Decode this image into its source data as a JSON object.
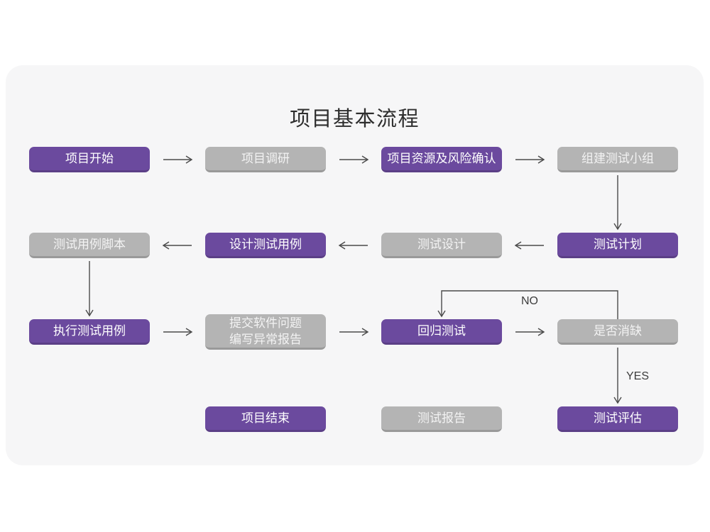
{
  "page": {
    "title": "项目基本流程"
  },
  "colors": {
    "purple": "#6b4a9e",
    "gray": "#b4b4b4",
    "card_bg": "#f6f6f7",
    "page_bg": "#ffffff",
    "arrow": "#4a4a4a",
    "title_text": "#2e2e2e",
    "node_text_purple": "#ffffff",
    "node_text_gray": "#f3f3f3",
    "label_text": "#3d3d3d"
  },
  "diagram": {
    "nodes": [
      {
        "id": "start",
        "lines": [
          "项目开始"
        ],
        "variant": "purple",
        "row": 0,
        "col": 0
      },
      {
        "id": "research",
        "lines": [
          "项目调研"
        ],
        "variant": "gray",
        "row": 0,
        "col": 1
      },
      {
        "id": "risk",
        "lines": [
          "项目资源及风险确认"
        ],
        "variant": "purple",
        "row": 0,
        "col": 2
      },
      {
        "id": "team",
        "lines": [
          "组建测试小组"
        ],
        "variant": "gray",
        "row": 0,
        "col": 3
      },
      {
        "id": "plan",
        "lines": [
          "测试计划"
        ],
        "variant": "purple",
        "row": 1,
        "col": 3
      },
      {
        "id": "design",
        "lines": [
          "测试设计"
        ],
        "variant": "gray",
        "row": 1,
        "col": 2
      },
      {
        "id": "cases",
        "lines": [
          "设计测试用例"
        ],
        "variant": "purple",
        "row": 1,
        "col": 1
      },
      {
        "id": "script",
        "lines": [
          "测试用例脚本"
        ],
        "variant": "gray",
        "row": 1,
        "col": 0
      },
      {
        "id": "execute",
        "lines": [
          "执行测试用例"
        ],
        "variant": "purple",
        "row": 2,
        "col": 0
      },
      {
        "id": "submit",
        "lines": [
          "提交软件问题",
          "编写异常报告"
        ],
        "variant": "gray",
        "row": 2,
        "col": 1
      },
      {
        "id": "regress",
        "lines": [
          "回归测试"
        ],
        "variant": "purple",
        "row": 2,
        "col": 2
      },
      {
        "id": "defect",
        "lines": [
          "是否消缺"
        ],
        "variant": "gray",
        "row": 2,
        "col": 3
      },
      {
        "id": "evaluate",
        "lines": [
          "测试评估"
        ],
        "variant": "purple",
        "row": 3,
        "col": 3
      },
      {
        "id": "report",
        "lines": [
          "测试报告"
        ],
        "variant": "gray",
        "row": 3,
        "col": 2
      },
      {
        "id": "end",
        "lines": [
          "项目结束"
        ],
        "variant": "purple",
        "row": 3,
        "col": 1
      }
    ],
    "edges": [
      {
        "from": "start",
        "to": "research",
        "kind": "h"
      },
      {
        "from": "research",
        "to": "risk",
        "kind": "h"
      },
      {
        "from": "risk",
        "to": "team",
        "kind": "h"
      },
      {
        "from": "team",
        "to": "plan",
        "kind": "v"
      },
      {
        "from": "plan",
        "to": "design",
        "kind": "h"
      },
      {
        "from": "design",
        "to": "cases",
        "kind": "h"
      },
      {
        "from": "cases",
        "to": "script",
        "kind": "h"
      },
      {
        "from": "script",
        "to": "execute",
        "kind": "v"
      },
      {
        "from": "execute",
        "to": "submit",
        "kind": "h"
      },
      {
        "from": "submit",
        "to": "regress",
        "kind": "h"
      },
      {
        "from": "regress",
        "to": "defect",
        "kind": "h"
      },
      {
        "from": "defect",
        "to": "evaluate",
        "kind": "v",
        "label": "YES"
      },
      {
        "from": "defect",
        "to": "regress",
        "kind": "loop",
        "label": "NO"
      }
    ]
  }
}
